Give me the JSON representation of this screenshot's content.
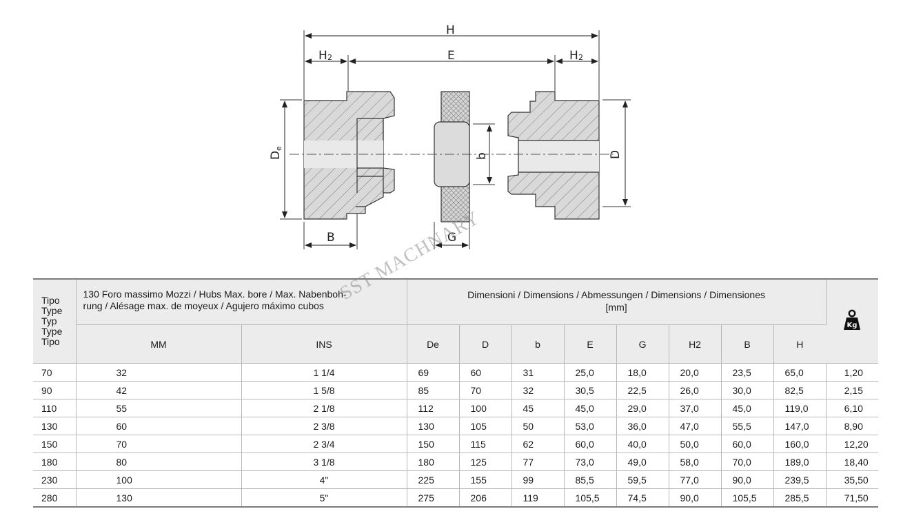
{
  "diagram": {
    "dim_labels": {
      "H_top": "H",
      "H2_left": "H",
      "H2_right": "H",
      "sub_2": "2",
      "E": "E",
      "De": "D",
      "De_sub": "e",
      "b": "b",
      "D": "D",
      "B": "B",
      "G": "G"
    }
  },
  "watermark": "SST MACHNARY",
  "table": {
    "tipo_header": [
      "Tipo",
      "Type",
      "Typ",
      "Type",
      "Tipo"
    ],
    "bore_header_line1": "130 Foro massimo Mozzi / Hubs Max. bore / Max. Nabenboh-",
    "bore_header_line2": "rung / Alésage max. de moyeux / Agujero máximo cubos",
    "dims_header_line1": "Dimensioni / Dimensions / Abmessungen / Dimensions / Dimensiones",
    "dims_header_line2": "[mm]",
    "weight_icon": "weight-kg-icon",
    "weight_icon_text": "Kg",
    "columns": [
      "MM",
      "INS",
      "De",
      "D",
      "b",
      "E",
      "G",
      "H2",
      "B",
      "H"
    ],
    "rows": [
      {
        "tipo": "70",
        "mm": "32",
        "ins": "1 1/4",
        "De": "69",
        "D": "60",
        "b": "31",
        "E": "25,0",
        "G": "18,0",
        "H2": "20,0",
        "B": "23,5",
        "H": "65,0",
        "kg": "1,20"
      },
      {
        "tipo": "90",
        "mm": "42",
        "ins": "1 5/8",
        "De": "85",
        "D": "70",
        "b": "32",
        "E": "30,5",
        "G": "22,5",
        "H2": "26,0",
        "B": "30,0",
        "H": "82,5",
        "kg": "2,15"
      },
      {
        "tipo": "110",
        "mm": "55",
        "ins": "2 1/8",
        "De": "112",
        "D": "100",
        "b": "45",
        "E": "45,0",
        "G": "29,0",
        "H2": "37,0",
        "B": "45,0",
        "H": "119,0",
        "kg": "6,10"
      },
      {
        "tipo": "130",
        "mm": "60",
        "ins": "2 3/8",
        "De": "130",
        "D": "105",
        "b": "50",
        "E": "53,0",
        "G": "36,0",
        "H2": "47,0",
        "B": "55,5",
        "H": "147,0",
        "kg": "8,90"
      },
      {
        "tipo": "150",
        "mm": "70",
        "ins": "2 3/4",
        "De": "150",
        "D": "115",
        "b": "62",
        "E": "60,0",
        "G": "40,0",
        "H2": "50,0",
        "B": "60,0",
        "H": "160,0",
        "kg": "12,20"
      },
      {
        "tipo": "180",
        "mm": "80",
        "ins": "3 1/8",
        "De": "180",
        "D": "125",
        "b": "77",
        "E": "73,0",
        "G": "49,0",
        "H2": "58,0",
        "B": "70,0",
        "H": "189,0",
        "kg": "18,40"
      },
      {
        "tipo": "230",
        "mm": "100",
        "ins": "4\"",
        "De": "225",
        "D": "155",
        "b": "99",
        "E": "85,5",
        "G": "59,5",
        "H2": "77,0",
        "B": "90,0",
        "H": "239,5",
        "kg": "35,50"
      },
      {
        "tipo": "280",
        "mm": "130",
        "ins": "5\"",
        "De": "275",
        "D": "206",
        "b": "119",
        "E": "105,5",
        "G": "74,5",
        "H2": "90,0",
        "B": "105,5",
        "H": "285,5",
        "kg": "71,50"
      }
    ]
  }
}
